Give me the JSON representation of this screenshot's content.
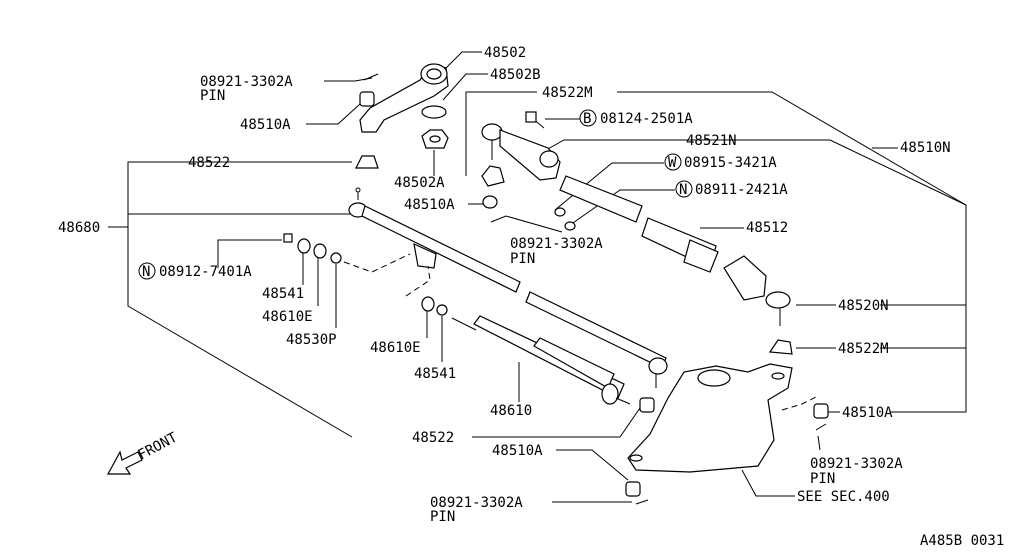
{
  "diagram": {
    "labels": {
      "p48502": "48502",
      "p08921_3302A_1": "08921-3302A",
      "pin_1": "PIN",
      "p48502B": "48502B",
      "p48510A_1": "48510A",
      "p48522M_1": "48522M",
      "p08124_2501A": "08124-2501A",
      "p48521N": "48521N",
      "p48510N": "48510N",
      "p48522_1": "48522",
      "p48502A": "48502A",
      "p08915_3421A": "08915-3421A",
      "p08911_2421A": "08911-2421A",
      "p48510A_2": "48510A",
      "p48680": "48680",
      "p08921_3302A_2": "08921-3302A",
      "pin_2": "PIN",
      "p48512": "48512",
      "p08912_7401A": "08912-7401A",
      "p48541_1": "48541",
      "p48610E_1": "48610E",
      "p48530P": "48530P",
      "p48610E_2": "48610E",
      "p48541_2": "48541",
      "p48520N": "48520N",
      "p48522M_2": "48522M",
      "p48610": "48610",
      "p48510A_3": "48510A",
      "front": "FRONT",
      "p48522_2": "48522",
      "p48510A_4": "48510A",
      "p08921_3302A_3": "08921-3302A",
      "pin_3": "PIN",
      "see_sec": "SEE SEC.400",
      "p08921_3302A_4": "08921-3302A",
      "pin_4": "PIN",
      "code": "A485B 0031"
    },
    "symbols": {
      "b": "B",
      "w": "W",
      "n1": "N",
      "n2": "N"
    }
  }
}
